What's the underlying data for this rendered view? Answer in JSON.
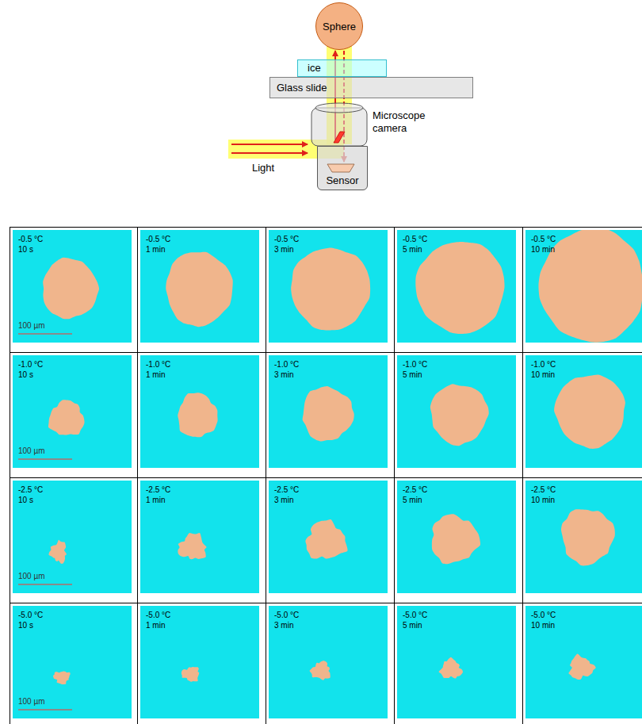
{
  "diagram": {
    "nodes": [
      {
        "text": [
          "Sphere"
        ]
      },
      {
        "text": [
          "ice"
        ]
      },
      {
        "text": [
          "Glass slide"
        ]
      },
      {
        "text": [
          "Microscope camera"
        ]
      },
      {
        "text": [
          "Sensor"
        ]
      },
      {
        "text": [
          "-0.5 °C",
          "10 s",
          "100 µm"
        ]
      },
      {
        "text": [
          "-0.5 °C",
          "1 min"
        ]
      },
      {
        "text": [
          "-0.5 °C",
          "3 min"
        ]
      },
      {
        "text": [
          "-0.5 °C",
          "5 min"
        ]
      },
      {
        "text": [
          "-0.5 °C",
          "10 min"
        ]
      },
      {
        "text": [
          "-1.0 °C",
          "10 s",
          "100 µm"
        ]
      },
      {
        "text": [
          "-1.0 °C",
          "1 min"
        ]
      },
      {
        "text": [
          "-1.0 °C",
          "3 min"
        ]
      },
      {
        "text": [
          "-1.0 °C",
          "5 min"
        ]
      },
      {
        "text": [
          "-1.0 °C",
          "10 min"
        ]
      },
      {
        "text": [
          "-2.5 °C",
          "10 s",
          "100 µm"
        ]
      },
      {
        "text": [
          "-2.5 °C",
          "1 min"
        ]
      },
      {
        "text": [
          "-2.5 °C",
          "3 min"
        ]
      },
      {
        "text": [
          "-2.5 °C",
          "5 min"
        ]
      },
      {
        "text": [
          "-2.5 °C",
          "10 min"
        ]
      },
      {
        "text": [
          "-5.0 °C",
          "10 s",
          "100 µm"
        ]
      },
      {
        "text": [
          "-5.0 °C",
          "1 min"
        ]
      },
      {
        "text": [
          "-5.0 °C",
          "3 min"
        ]
      },
      {
        "text": [
          "-5.0 °C",
          "5 min"
        ]
      },
      {
        "text": [
          "-5.0 °C",
          "10 min"
        ]
      }
    ],
    "labels": [
      "Light"
    ]
  }
}
